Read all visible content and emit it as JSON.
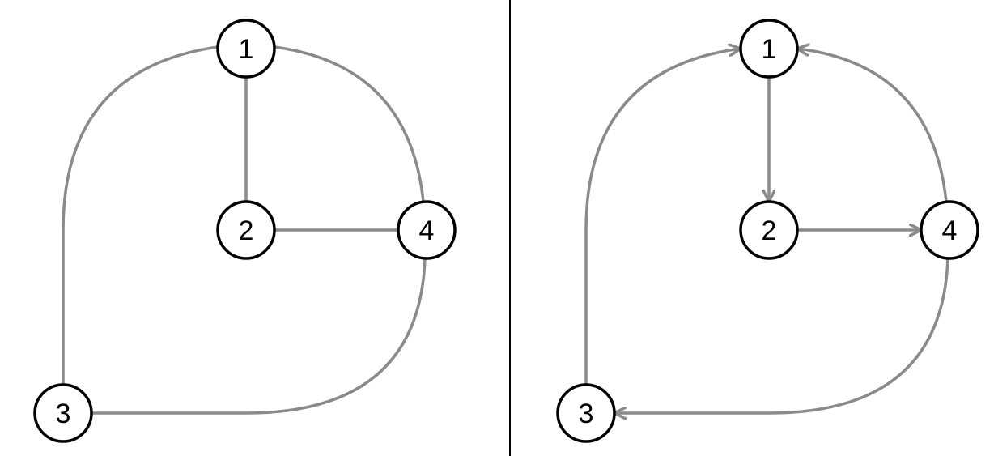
{
  "colors": {
    "edge": "#8a8a8a",
    "node_stroke": "#000000",
    "node_text": "#000000",
    "divider": "#000000"
  },
  "left_graph": {
    "nodes": [
      {
        "id": "1",
        "label": "1"
      },
      {
        "id": "2",
        "label": "2"
      },
      {
        "id": "3",
        "label": "3"
      },
      {
        "id": "4",
        "label": "4"
      }
    ],
    "edges": [
      {
        "from": "1",
        "to": "2"
      },
      {
        "from": "2",
        "to": "4"
      },
      {
        "from": "1",
        "to": "3"
      },
      {
        "from": "1",
        "to": "4"
      },
      {
        "from": "4",
        "to": "3"
      }
    ],
    "directed": false
  },
  "right_graph": {
    "nodes": [
      {
        "id": "1",
        "label": "1"
      },
      {
        "id": "2",
        "label": "2"
      },
      {
        "id": "3",
        "label": "3"
      },
      {
        "id": "4",
        "label": "4"
      }
    ],
    "edges": [
      {
        "from": "1",
        "to": "2"
      },
      {
        "from": "2",
        "to": "4"
      },
      {
        "from": "3",
        "to": "1"
      },
      {
        "from": "4",
        "to": "1"
      },
      {
        "from": "4",
        "to": "3"
      }
    ],
    "directed": true
  }
}
